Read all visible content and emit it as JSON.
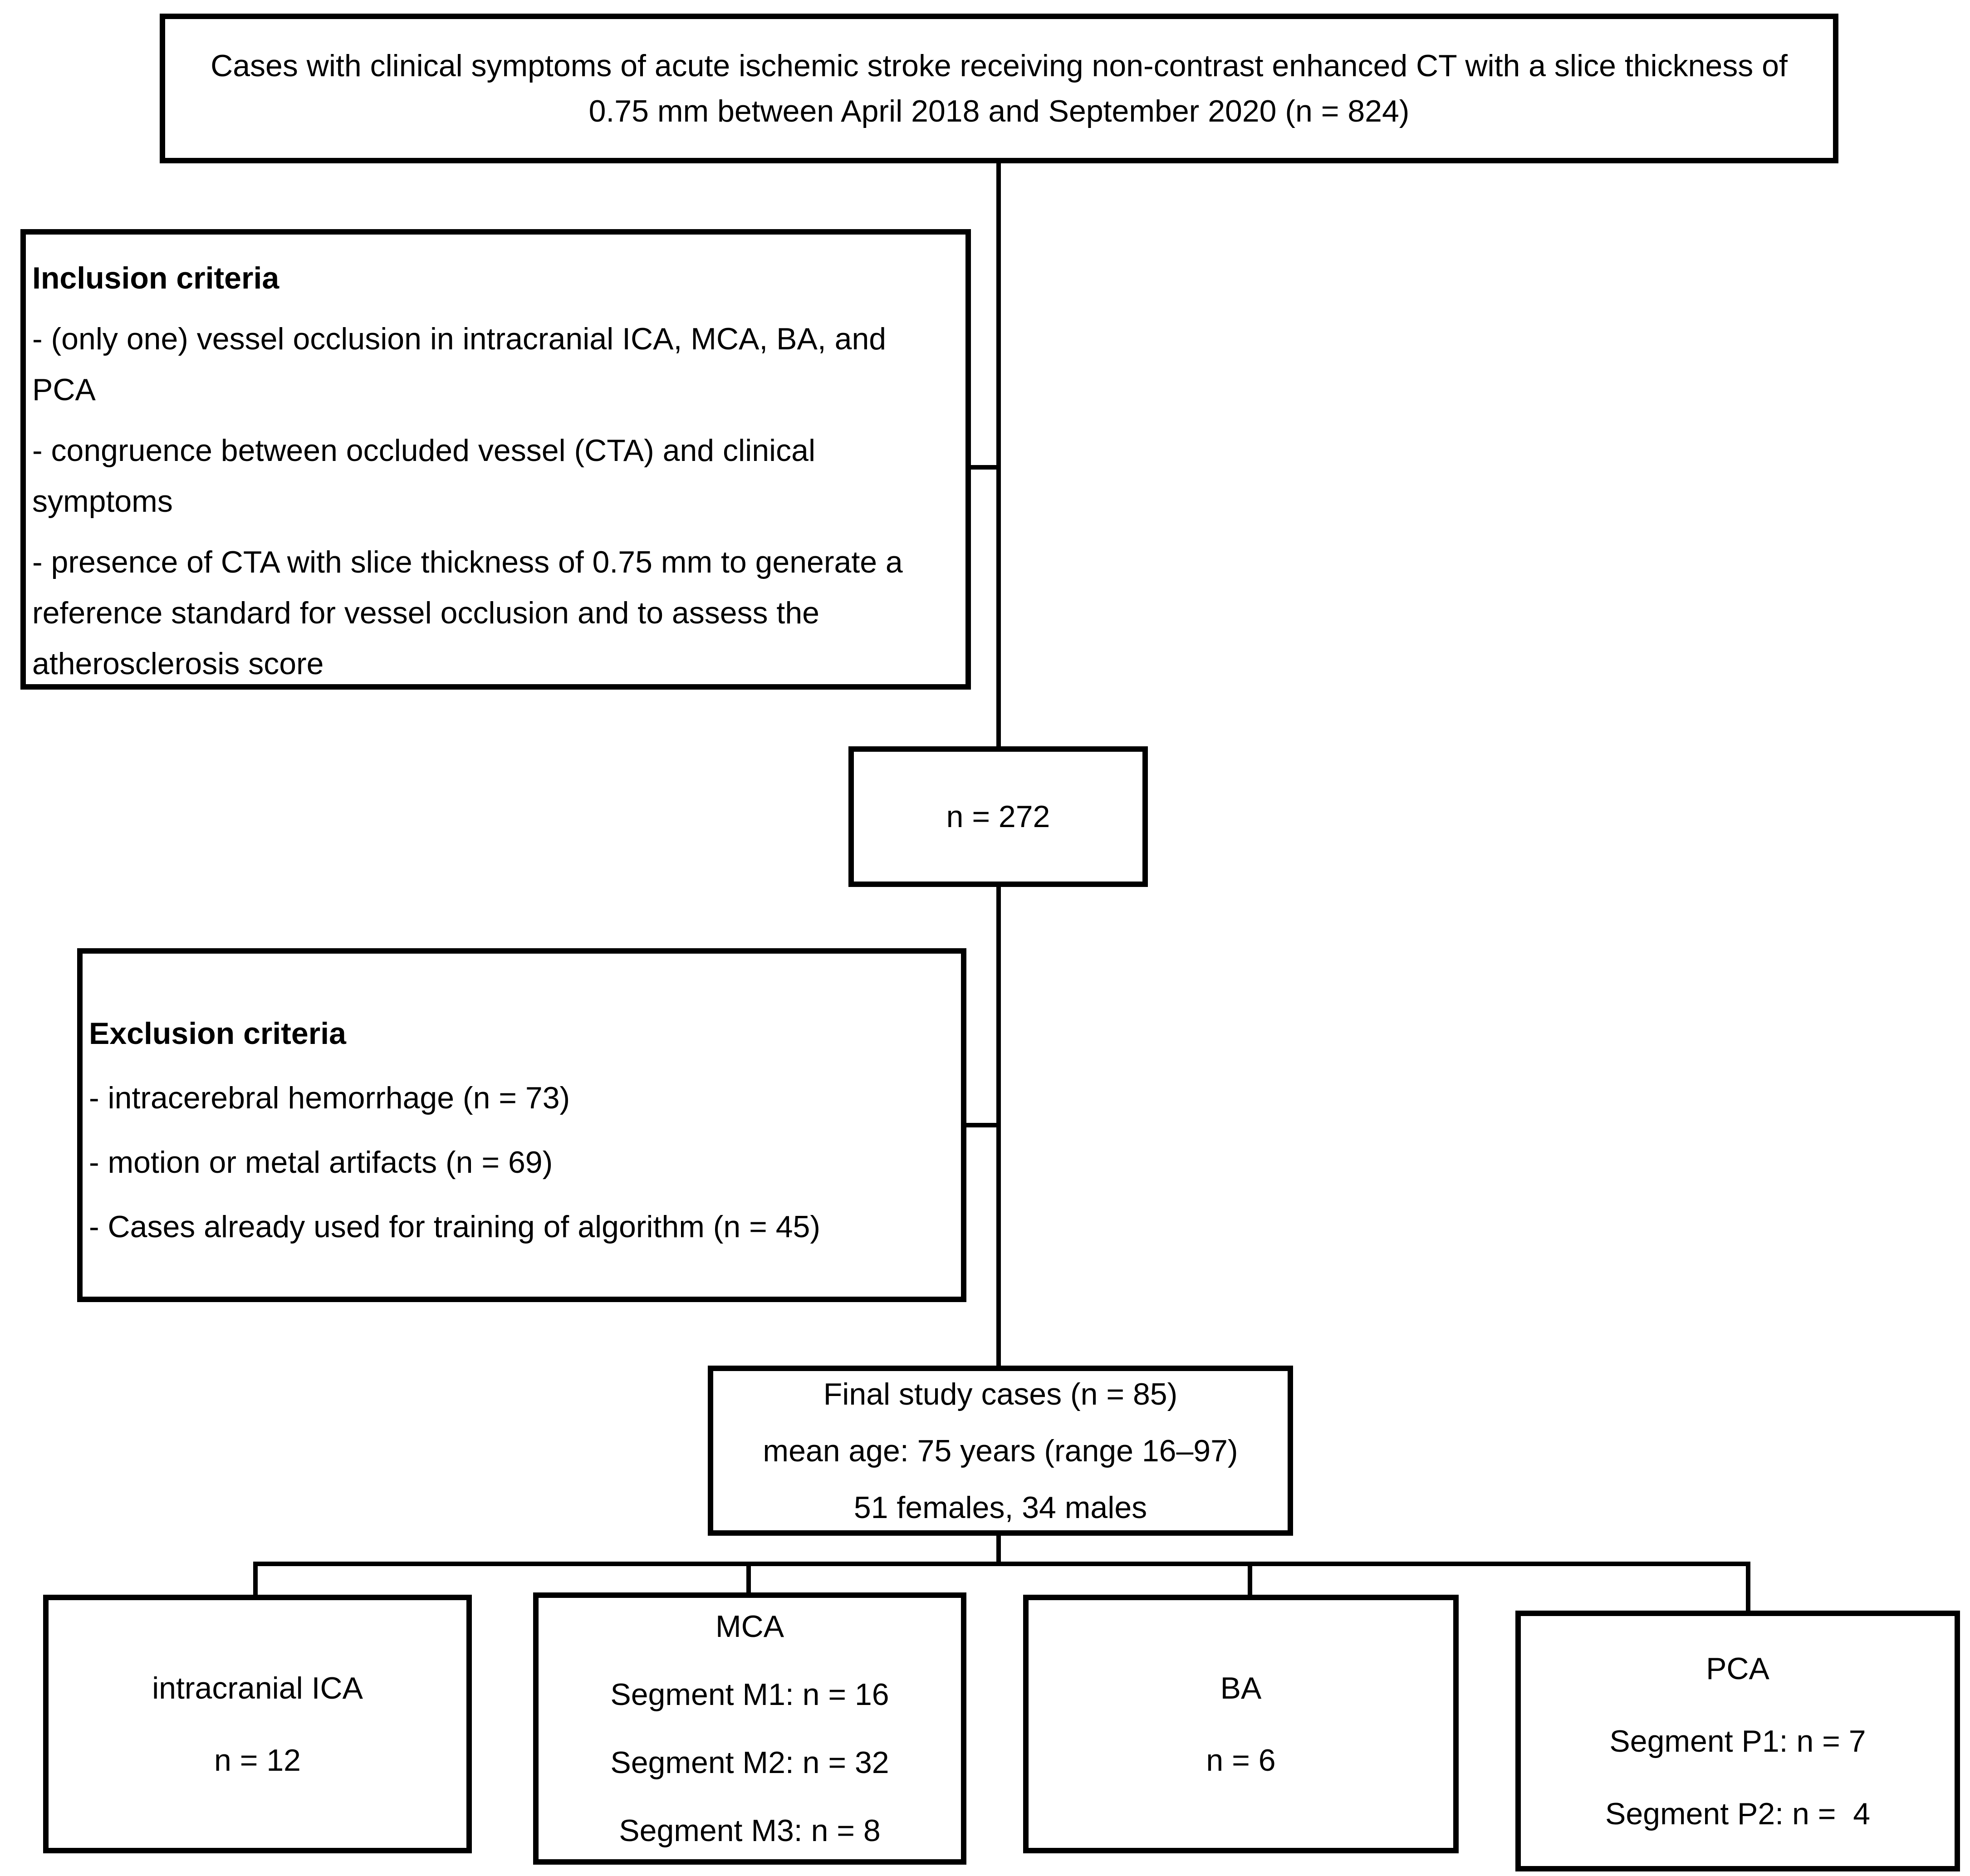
{
  "figure": {
    "background_color": "#ffffff",
    "ink_color": "#000000"
  },
  "flowchart": {
    "top_box": {
      "text": "Cases with clinical symptoms of acute ischemic stroke receiving non-contrast enhanced CT with a slice thickness of 0.75 mm between April 2018 and September 2020 (n = 824)"
    },
    "inclusion_box": {
      "title": "Inclusion criteria",
      "items": [
        "- (only one) vessel occlusion in intracranial ICA, MCA, BA, and PCA",
        "- congruence between occluded vessel (CTA) and clinical symptoms",
        "- presence of CTA with slice thickness of 0.75 mm to generate a reference standard for vessel occlusion and to assess the atherosclerosis score"
      ]
    },
    "count_box": {
      "text": "n = 272"
    },
    "exclusion_box": {
      "title": "Exclusion criteria",
      "items": [
        "- intracerebral hemorrhage (n = 73)",
        "- motion or metal artifacts (n = 69)",
        "- Cases already used for training of algorithm (n = 45)"
      ]
    },
    "final_box": {
      "lines": [
        "Final study cases (n = 85)",
        "mean age: 75 years (range 16–97)",
        "51 females, 34 males"
      ]
    },
    "branches": [
      {
        "id": "intracranial-ica",
        "lines": [
          "intracranial ICA",
          "n = 12"
        ]
      },
      {
        "id": "mca",
        "lines": [
          "MCA",
          "Segment M1: n = 16",
          "Segment M2: n = 32",
          "Segment M3: n = 8"
        ]
      },
      {
        "id": "ba",
        "lines": [
          "BA",
          "n = 6"
        ]
      },
      {
        "id": "pca",
        "lines": [
          "PCA",
          "Segment P1: n = 7",
          "Segment P2: n =  4"
        ]
      }
    ]
  }
}
